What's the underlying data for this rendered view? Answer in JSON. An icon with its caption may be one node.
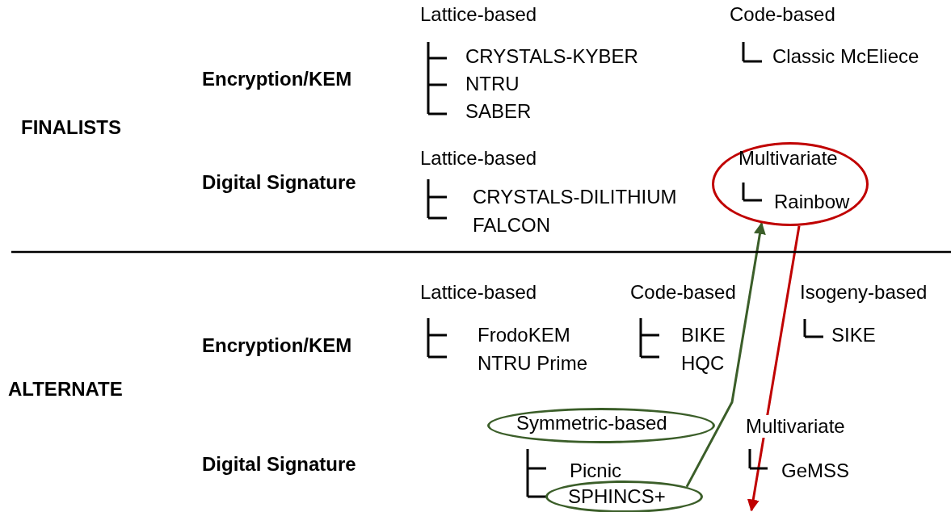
{
  "diagram": {
    "nodes": [
      {
        "text": [
          "Multivariate",
          "Rainbow"
        ]
      },
      {
        "text": [
          "Symmetric-based"
        ]
      },
      {
        "text": [
          "SPHINCS+"
        ]
      }
    ],
    "edges": [
      {
        "from": 2,
        "to": 0,
        "arrow": "to",
        "color": "#3b5e29"
      },
      {
        "from": 0,
        "to": null,
        "arrow": "to",
        "color": "#c00000"
      }
    ],
    "labels": [
      "Lattice-based",
      "Code-based",
      "Encryption/KEM",
      "CRYSTALS-KYBER",
      "Classic McEliece",
      "NTRU",
      "FINALISTS",
      "SABER",
      "Lattice-based",
      "Digital Signature",
      "CRYSTALS-DILITHIUM",
      "FALCON",
      "Lattice-based",
      "Code-based",
      "Isogeny-based",
      "FrodoKEM",
      "BIKE",
      "SIKE",
      "Encryption/KEM",
      "NTRU Prime",
      "HQC",
      "ALTERNATE",
      "Multivariate",
      "Digital Signature",
      "Picnic",
      "GeMSS"
    ]
  }
}
